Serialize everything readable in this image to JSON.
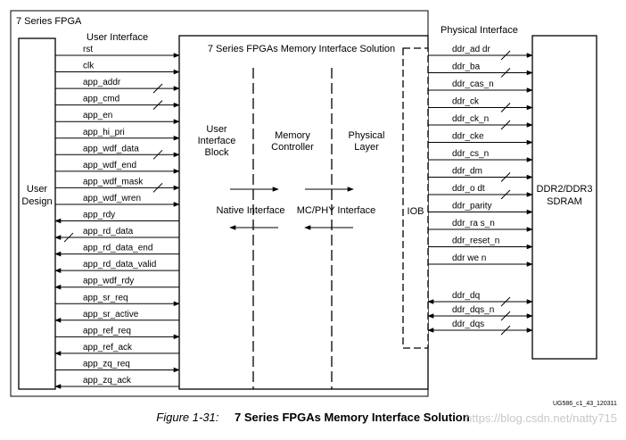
{
  "fpga_label": "7 Series FPGA",
  "user_interface_label": "User Interface",
  "physical_interface_label": "Physical Interface",
  "solution_title": "7 Series FPGAs Memory Interface Solution",
  "user_design": [
    "User",
    "Design"
  ],
  "sections": {
    "uib": [
      "User",
      "Interface",
      "Block"
    ],
    "mc": [
      "Memory",
      "Controller"
    ],
    "phy": [
      "Physical",
      "Layer"
    ]
  },
  "native_interface": "Native Interface",
  "mc_phy_interface": "MC/PHY Interface",
  "iob": "IOB",
  "sdram": [
    "DDR2/DDR3",
    "SDRAM"
  ],
  "doc_id": "UG586_c1_43_120311",
  "caption": {
    "figure": "Figure 1-31:",
    "title": "7 Series FPGAs Memory Interface Solution"
  },
  "watermark": "https://blog.csdn.net/natty715",
  "user_signals": [
    {
      "name": "rst",
      "dir": "out",
      "bus": false
    },
    {
      "name": "clk",
      "dir": "out",
      "bus": false
    },
    {
      "name": "app_addr",
      "dir": "out",
      "bus": true
    },
    {
      "name": "app_cmd",
      "dir": "out",
      "bus": true
    },
    {
      "name": "app_en",
      "dir": "out",
      "bus": false
    },
    {
      "name": "app_hi_pri",
      "dir": "out",
      "bus": false
    },
    {
      "name": "app_wdf_data",
      "dir": "out",
      "bus": true
    },
    {
      "name": "app_wdf_end",
      "dir": "out",
      "bus": false
    },
    {
      "name": "app_wdf_mask",
      "dir": "out",
      "bus": true
    },
    {
      "name": "app_wdf_wren",
      "dir": "out",
      "bus": false
    },
    {
      "name": "app_rdy",
      "dir": "in",
      "bus": false
    },
    {
      "name": "app_rd_data",
      "dir": "in",
      "bus": true
    },
    {
      "name": "app_rd_data_end",
      "dir": "in",
      "bus": false
    },
    {
      "name": "app_rd_data_valid",
      "dir": "in",
      "bus": false
    },
    {
      "name": "app_wdf_rdy",
      "dir": "in",
      "bus": false
    },
    {
      "name": "app_sr_req",
      "dir": "out",
      "bus": false
    },
    {
      "name": "app_sr_active",
      "dir": "in",
      "bus": false
    },
    {
      "name": "app_ref_req",
      "dir": "out",
      "bus": false
    },
    {
      "name": "app_ref_ack",
      "dir": "in",
      "bus": false
    },
    {
      "name": "app_zq_req",
      "dir": "out",
      "bus": false
    },
    {
      "name": "app_zq_ack",
      "dir": "in",
      "bus": false
    }
  ],
  "phy_signals": [
    {
      "name": "ddr_ad dr",
      "dir": "out",
      "bus": true
    },
    {
      "name": "ddr_ba",
      "dir": "out",
      "bus": true
    },
    {
      "name": "ddr_cas_n",
      "dir": "out",
      "bus": false
    },
    {
      "name": "ddr_ck",
      "dir": "out",
      "bus": true
    },
    {
      "name": "ddr_ck_n",
      "dir": "out",
      "bus": true
    },
    {
      "name": "ddr_cke",
      "dir": "out",
      "bus": false
    },
    {
      "name": "ddr_cs_n",
      "dir": "out",
      "bus": false
    },
    {
      "name": "ddr_dm",
      "dir": "out",
      "bus": true
    },
    {
      "name": "ddr_o dt",
      "dir": "out",
      "bus": true
    },
    {
      "name": "ddr_parity",
      "dir": "out",
      "bus": false
    },
    {
      "name": "ddr_ra s_n",
      "dir": "out",
      "bus": false
    },
    {
      "name": "ddr_reset_n",
      "dir": "out",
      "bus": false
    },
    {
      "name": "ddr we n",
      "dir": "out",
      "bus": false
    },
    {
      "name": "ddr_dq",
      "dir": "bi",
      "bus": true
    },
    {
      "name": "ddr_dqs_n",
      "dir": "bi",
      "bus": true
    },
    {
      "name": "ddr_dqs",
      "dir": "bi",
      "bus": true
    }
  ]
}
